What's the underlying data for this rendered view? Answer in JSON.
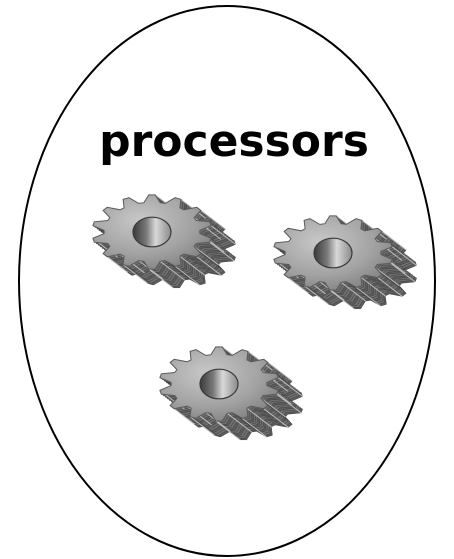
{
  "diagram": {
    "title": "processors",
    "boundary_shape": "ellipse",
    "boundary_color": "#000000",
    "gear_color": "#9a9a9a",
    "gear_highlight_color": "#d2d2d2",
    "gear_shadow_color": "#4a4a4a",
    "gears": [
      {
        "name": "gear-top-left",
        "icon": "gear-icon"
      },
      {
        "name": "gear-top-right",
        "icon": "gear-icon"
      },
      {
        "name": "gear-bottom",
        "icon": "gear-icon"
      }
    ]
  }
}
